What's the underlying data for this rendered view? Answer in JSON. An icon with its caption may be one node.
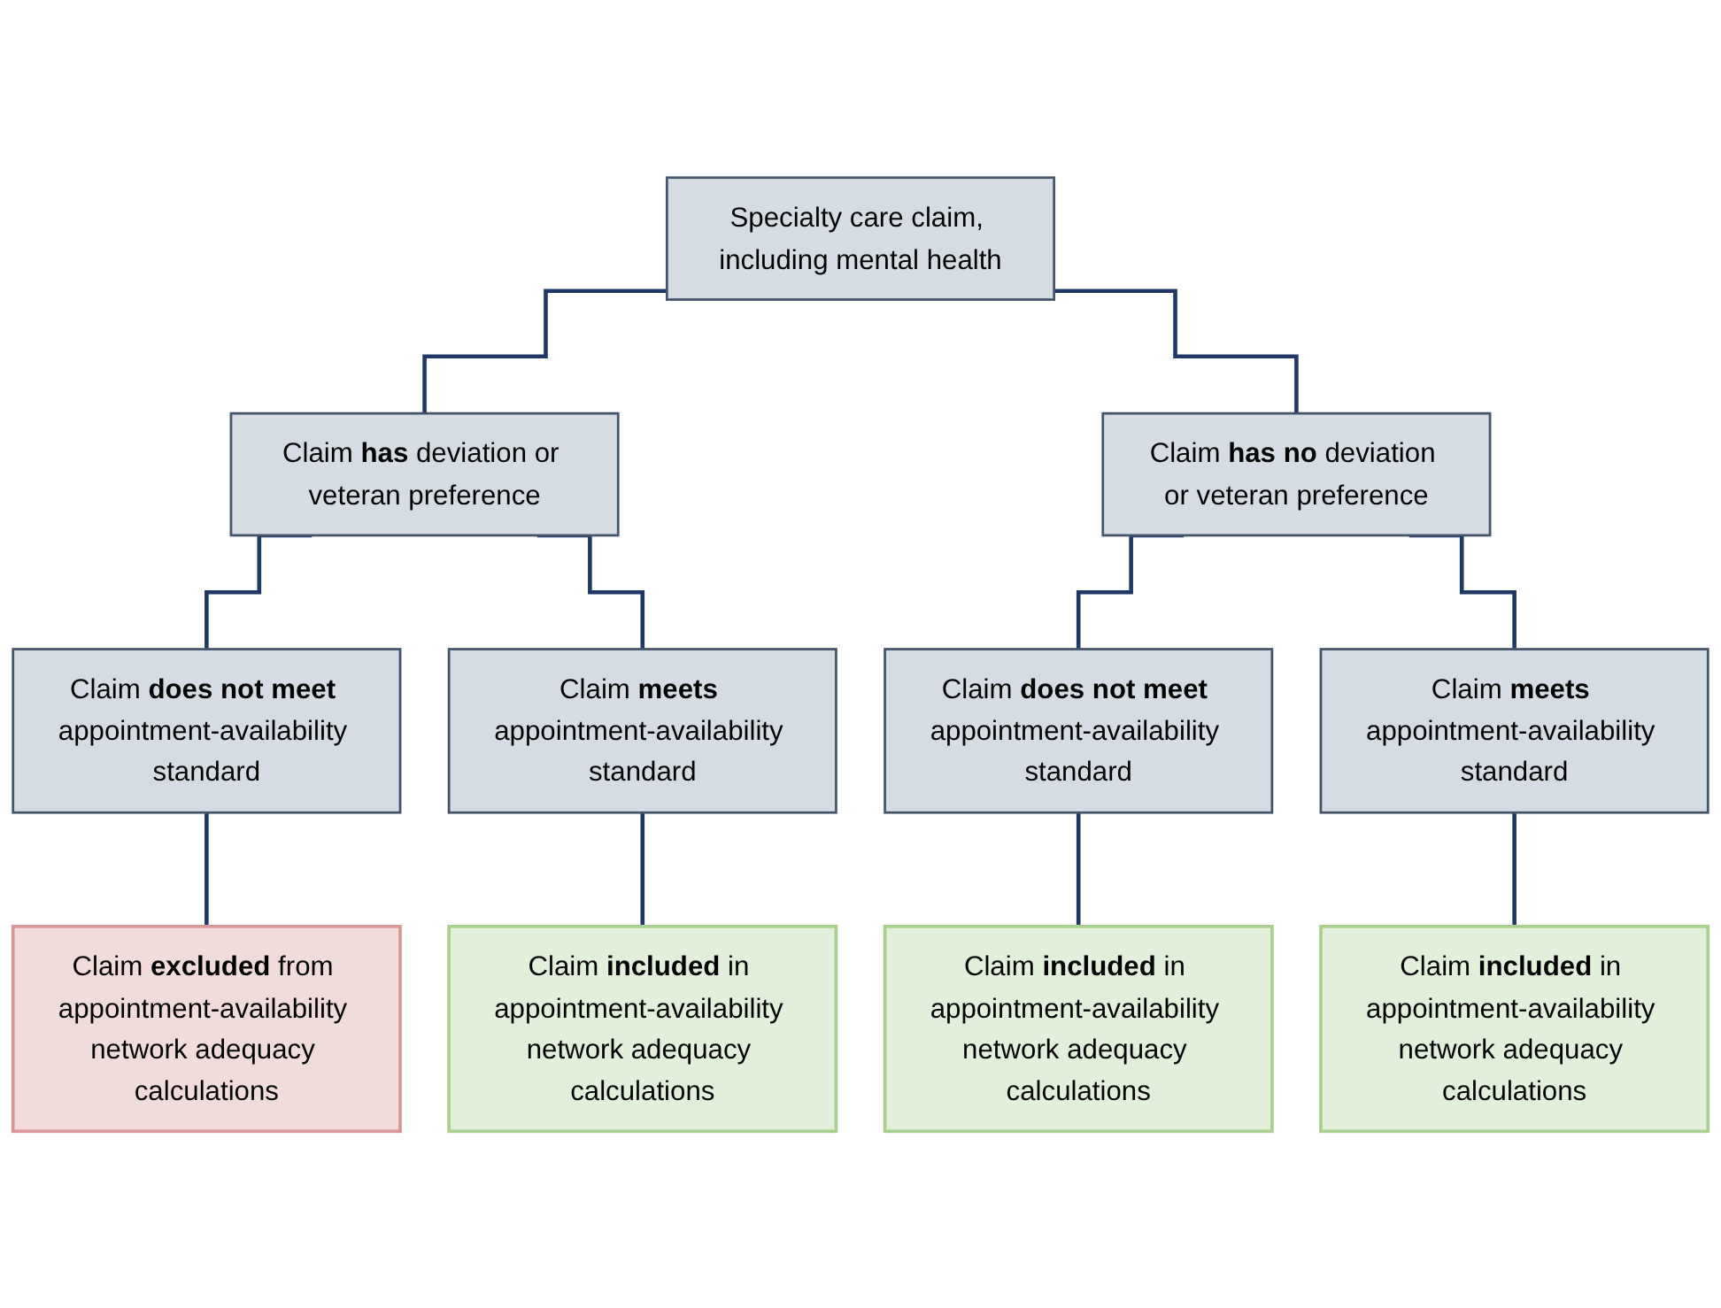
{
  "diagram": {
    "nodes": [
      {
        "text": [
          "Specialty care claim, including mental health"
        ]
      },
      {
        "text": [
          "Claim **has** deviation or veteran preference"
        ]
      },
      {
        "text": [
          "Claim **has no** deviation or veteran preference"
        ]
      },
      {
        "text": [
          "Claim **does not meet** appointment-availability standard"
        ]
      },
      {
        "text": [
          "Claim **meets** appointment-availability standard"
        ]
      },
      {
        "text": [
          "Claim **does not meet** appointment-availability standard"
        ]
      },
      {
        "text": [
          "Claim **meets** appointment-availability standard"
        ]
      },
      {
        "text": [
          "Claim **excluded** from appointment-availability network adequacy calculations"
        ]
      },
      {
        "text": [
          "Claim **included** in appointment-availability network adequacy calculations"
        ]
      },
      {
        "text": [
          "Claim **included** in appointment-availability network adequacy calculations"
        ]
      },
      {
        "text": [
          "Claim **included** in appointment-availability network adequacy calculations"
        ]
      }
    ],
    "edges": [
      {
        "from": 0,
        "to": 1,
        "arrow": "none"
      },
      {
        "from": 0,
        "to": 2,
        "arrow": "none"
      },
      {
        "from": 1,
        "to": 3,
        "arrow": "none"
      },
      {
        "from": 1,
        "to": 4,
        "arrow": "none"
      },
      {
        "from": 2,
        "to": 5,
        "arrow": "none"
      },
      {
        "from": 2,
        "to": 6,
        "arrow": "none"
      },
      {
        "from": 3,
        "to": 7,
        "arrow": "none"
      },
      {
        "from": 4,
        "to": 8,
        "arrow": "none"
      },
      {
        "from": 5,
        "to": 9,
        "arrow": "none"
      },
      {
        "from": 6,
        "to": 10,
        "arrow": "none"
      }
    ]
  }
}
